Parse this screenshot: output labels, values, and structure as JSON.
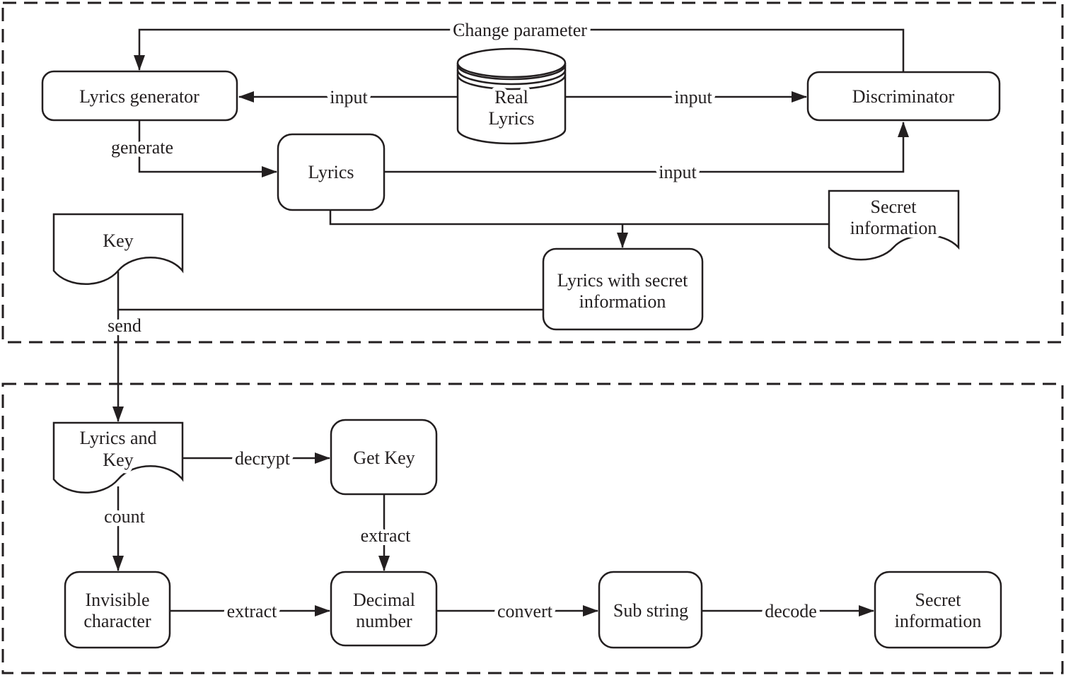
{
  "diagram": {
    "title": "Lyrics steganography GAN flow diagram",
    "colors": {
      "line": "#231f20",
      "text": "#231f20",
      "node_fill": "#ffffff",
      "background": "#ffffff"
    },
    "nodes": {
      "lyrics_generator": {
        "label": "Lyrics generator"
      },
      "real_lyrics": {
        "lines": [
          "Real",
          "Lyrics"
        ]
      },
      "discriminator": {
        "label": "Discriminator"
      },
      "lyrics": {
        "label": "Lyrics"
      },
      "key_doc": {
        "label": "Key"
      },
      "secret_info_doc": {
        "lines": [
          "Secret",
          "information"
        ]
      },
      "lyrics_with_secret": {
        "lines": [
          "Lyrics with secret",
          "information"
        ]
      },
      "lyrics_and_key_doc": {
        "lines": [
          "Lyrics and",
          "Key"
        ]
      },
      "get_key": {
        "label": "Get Key"
      },
      "invisible_character": {
        "lines": [
          "Invisible",
          "character"
        ]
      },
      "decimal_number": {
        "lines": [
          "Decimal",
          "number"
        ]
      },
      "sub_string": {
        "label": "Sub string"
      },
      "secret_information": {
        "lines": [
          "Secret",
          "information"
        ]
      }
    },
    "edge_labels": {
      "change_parameter": "Change parameter",
      "input_left": "input",
      "input_right": "input",
      "input_bottom": "input",
      "generate": "generate",
      "send": "send",
      "decrypt": "decrypt",
      "count": "count",
      "extract_key": "extract",
      "extract_char": "extract",
      "convert": "convert",
      "decode": "decode"
    }
  }
}
